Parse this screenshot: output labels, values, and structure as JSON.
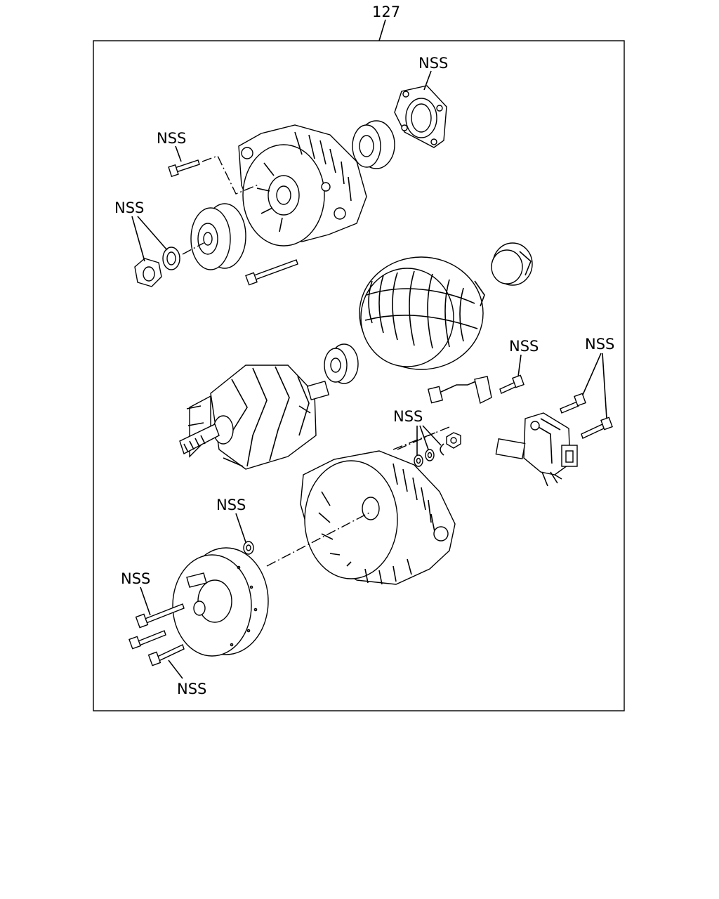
{
  "figure": {
    "number": "127",
    "labels": {
      "nss_gasket": "NSS",
      "nss_screw_top": "NSS",
      "nss_nut_washer": "NSS",
      "nss_brush_screw": "NSS",
      "nss_regulator_screws": "NSS",
      "nss_terminal_hardware": "NSS",
      "nss_rear_washer": "NSS",
      "nss_rear_bolt_upper": "NSS",
      "nss_rear_bolt_lower": "NSS"
    }
  }
}
